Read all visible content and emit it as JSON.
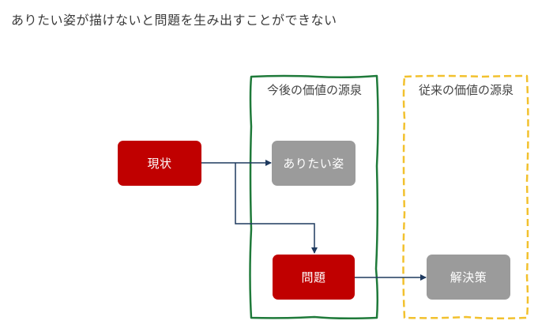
{
  "title": "ありたい姿が描けないと問題を生み出すことができない",
  "groups": {
    "new_value": {
      "label": "今後の価値の源泉",
      "border_color": "#1f7a3a"
    },
    "old_value": {
      "label": "従来の価値の源泉",
      "border_color": "#f2c12e"
    }
  },
  "nodes": {
    "current": {
      "label": "現状",
      "color": "#c00000"
    },
    "ideal": {
      "label": "ありたい姿",
      "color": "#9b9b9b"
    },
    "problem": {
      "label": "問題",
      "color": "#c00000"
    },
    "solution": {
      "label": "解決策",
      "color": "#9b9b9b"
    }
  },
  "connector_color": "#1f3a5f"
}
